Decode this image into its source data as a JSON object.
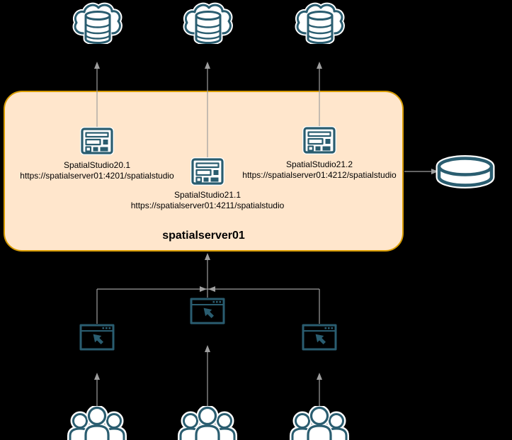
{
  "server": {
    "label": "spatialserver01"
  },
  "studios": [
    {
      "name": "SpatialStudio20.1",
      "url": "https://spatialserver01:4201/spatialstudio"
    },
    {
      "name": "SpatialStudio21.1",
      "url": "https://spatialserver01:4211/spatialstudio"
    },
    {
      "name": "SpatialStudio21.2",
      "url": "https://spatialserver01:4212/spatialstudio"
    }
  ],
  "icons": {
    "cloud_database": "cloud-database-icon",
    "database_disk": "database-disk-icon",
    "application": "application-window-icon",
    "browser": "browser-cursor-icon",
    "users": "user-group-icon"
  },
  "colors": {
    "icon_teal": "#2a5d70",
    "arrow_gray": "#9e9e9e",
    "box_fill": "#ffe6cc",
    "box_stroke": "#d79b00",
    "text": "#000000",
    "bg": "#000000"
  }
}
